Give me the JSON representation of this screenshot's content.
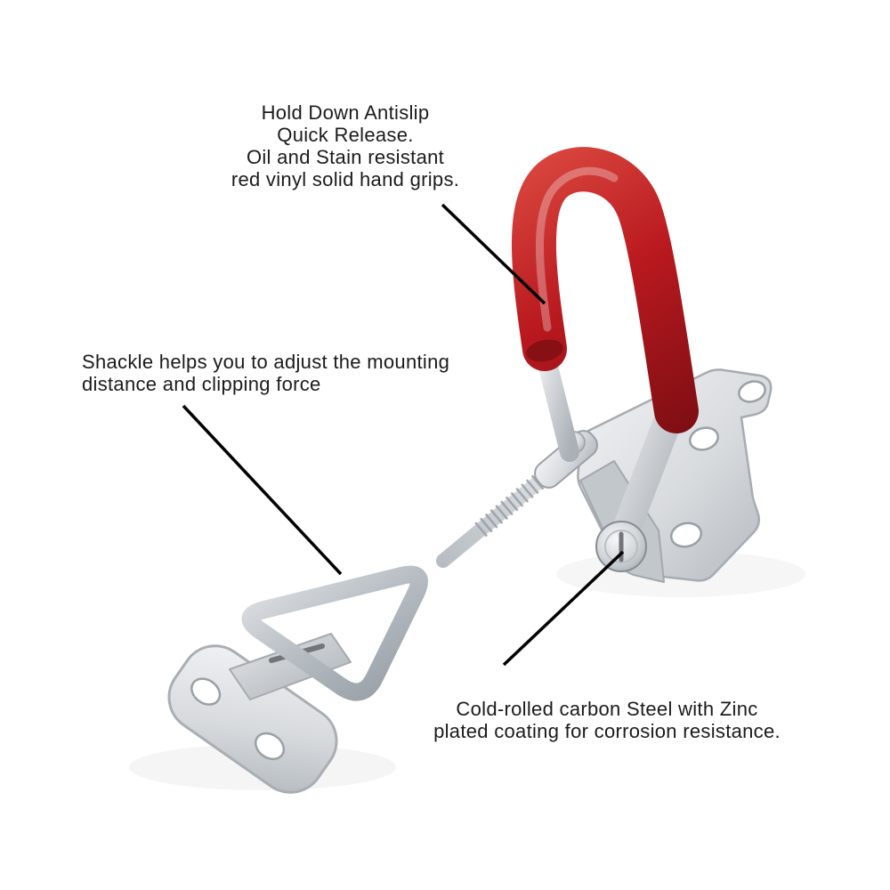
{
  "figure": {
    "subject": "adjustable toggle latch clamp with red vinyl grip"
  },
  "annotations": {
    "grip": {
      "lines": [
        "Hold Down Antislip",
        "Quick Release.",
        "Oil and Stain resistant",
        "red vinyl solid hand grips."
      ]
    },
    "shackle": {
      "lines": [
        "Shackle helps you to adjust the mounting",
        "distance and clipping force"
      ]
    },
    "material": {
      "lines": [
        "Cold-rolled carbon Steel with Zinc",
        "plated coating for corrosion resistance."
      ]
    }
  },
  "colors": {
    "background": "#ffffff",
    "text": "#1b1b1b",
    "leader_line": "#000000",
    "grip_red_light": "#d9463e",
    "grip_red": "#b9191f",
    "grip_red_dark": "#7c0e13",
    "metal_light": "#f2f3f5",
    "metal_mid": "#cfd3d7",
    "metal_dark": "#9aa1a7"
  }
}
